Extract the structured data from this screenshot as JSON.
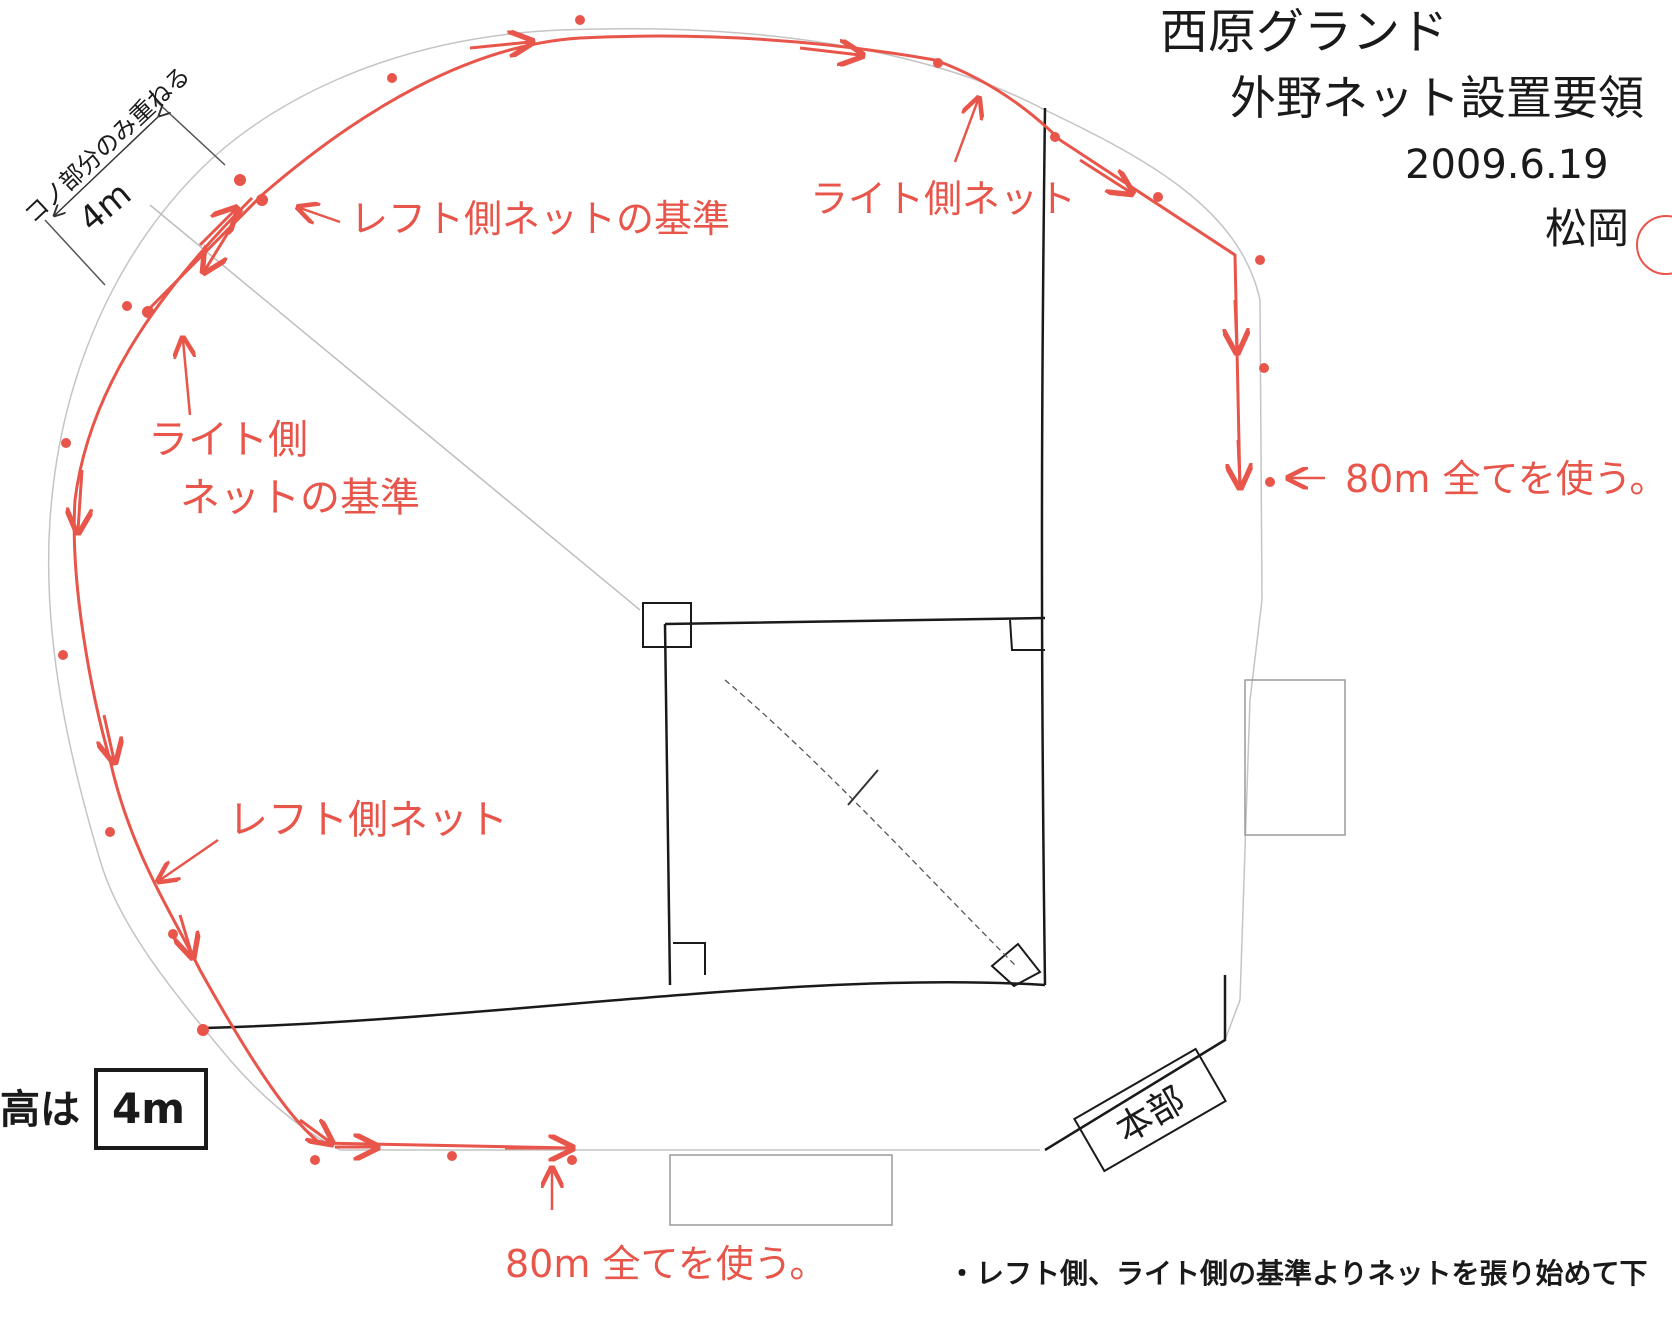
{
  "title": {
    "line1": "西原グランド",
    "line2": "外野ネット設置要領",
    "date": "2009.6.19",
    "author": "松岡"
  },
  "labels": {
    "overlap_note": "コノ部分のみ重ねる",
    "overlap_length": "4m",
    "left_net_reference": "レフト側ネットの基準",
    "right_net_top": "ライト側ネット",
    "right_net_reference_1": "ライト側",
    "right_net_reference_2": "ネットの基準",
    "use_all_right": "80m 全てを使う。",
    "left_net": "レフト側ネット",
    "height_label": "高は",
    "height_value": "4m",
    "use_all_bottom": "80m 全てを使う。",
    "headquarters": "本部",
    "instruction": "・レフト側、ライト側の基準よりネットを張り始めて下"
  },
  "colors": {
    "net_line": "#e8554a",
    "field_line": "#1a1a1a",
    "guide_line": "#b8b8b8"
  }
}
